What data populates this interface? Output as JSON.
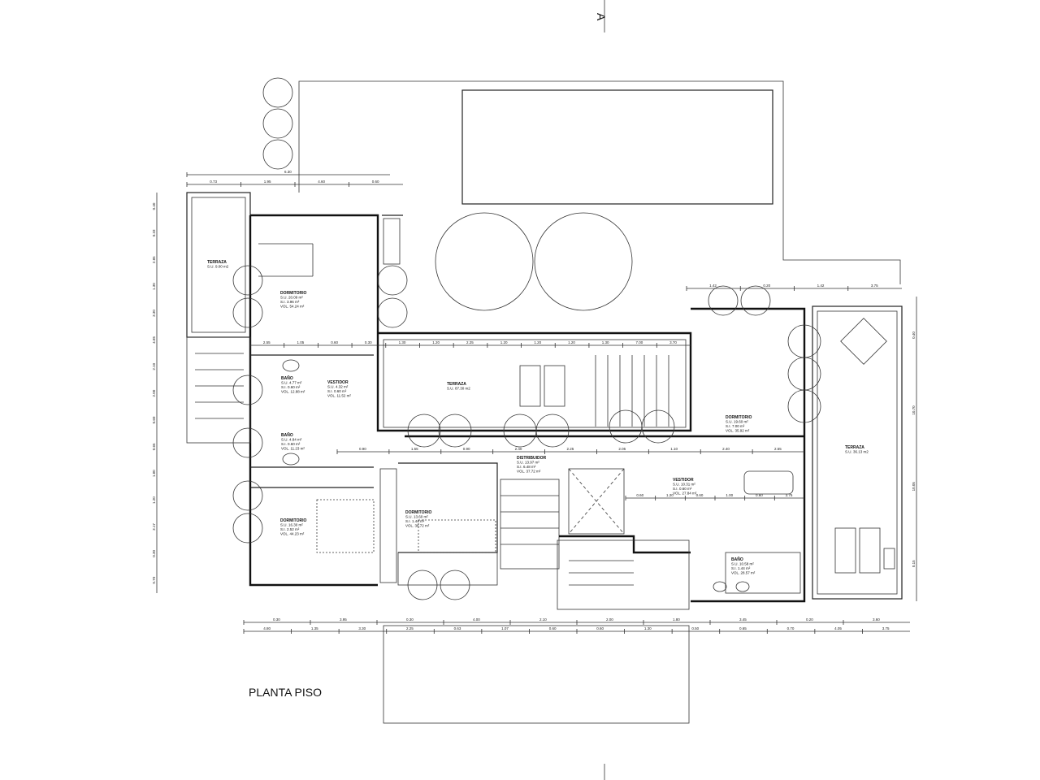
{
  "section_marker": "A",
  "plan_title": "PLANTA PISO",
  "rooms": [
    {
      "name": "TERRAZA",
      "lines": [
        "S.U.    9.00  m2"
      ]
    },
    {
      "name": "DORMITORIO",
      "lines": [
        "S.U.   20.09  m²",
        "S.I.    3.96  m²",
        "VOL.  54.24  m²"
      ]
    },
    {
      "name": "BAÑO",
      "lines": [
        "S.U.    4.77  m²",
        "S.I.    0.60  m²",
        "VOL.  12.88  m²"
      ]
    },
    {
      "name": "VESTIDOR",
      "lines": [
        "S.U.    4.32  m²",
        "S.I.    0.60  m²",
        "VOL.  11.52  m²"
      ]
    },
    {
      "name": "BAÑO",
      "lines": [
        "S.U.    4.84  m²",
        "S.I.    0.60  m²",
        "VOL.  11.23  m²"
      ]
    },
    {
      "name": "TERRAZA",
      "lines": [
        "S.U.   87.30  m2"
      ]
    },
    {
      "name": "DORMITORIO",
      "lines": [
        "S.U.   19.60  m²",
        "S.I.    7.00  m²",
        "VOL.  35.92  m²"
      ]
    },
    {
      "name": "TERRAZA",
      "lines": [
        "S.U.   36.13  m2"
      ]
    },
    {
      "name": "DISTRIBUIDOR",
      "lines": [
        "S.U.   13.97  m²",
        "S.I.    6.48  m²",
        "VOL.  37.72  m²"
      ]
    },
    {
      "name": "VESTIDOR",
      "lines": [
        "S.U.   10.31  m²",
        "S.I.    0.60  m²",
        "VOL.  27.84  m²"
      ]
    },
    {
      "name": "DORMITORIO",
      "lines": [
        "S.U.   16.30  m²",
        "S.I.    2.52  m²",
        "VOL.  44.23  m²"
      ]
    },
    {
      "name": "DORMITORIO",
      "lines": [
        "S.U.   13.60  m²",
        "S.I.    1.44  m²",
        "VOL.  36.72  m²"
      ]
    },
    {
      "name": "BAÑO",
      "lines": [
        "S.U.   10.58  m²",
        "S.I.    1.44  m²",
        "VOL.  28.57  m²"
      ]
    }
  ],
  "dimensions": {
    "top_overall": [
      "6.30"
    ],
    "top": [
      "0.73",
      "1.95",
      "4.60",
      "0.60"
    ],
    "right_top": [
      "1.42",
      "0.20",
      "1.42",
      "3.75"
    ],
    "terrace_row": [
      "2.55",
      "1.05",
      "0.60",
      "0.30",
      "1.30",
      "1.20",
      "2.25",
      "1.20",
      "1.20",
      "1.20",
      "1.30",
      "7.00",
      "3.70"
    ],
    "corridor_row": [
      "0.90",
      "1.55",
      "0.90",
      "2.40",
      "2.25",
      "2.05",
      "1.10",
      "2.40",
      "2.55"
    ],
    "vestidor_row": [
      "0.60",
      "1.20",
      "0.60",
      "1.00",
      "0.60",
      "3.75"
    ],
    "bottom_1": [
      "0.30",
      "3.95",
      "0.30",
      "4.00",
      "2.10",
      "2.00",
      "1.80",
      "3.45",
      "0.20",
      "3.60"
    ],
    "bottom_2": [
      "4.80",
      "1.35",
      "3.30",
      "2.25",
      "0.63",
      "1.07",
      "0.60",
      "0.60",
      "1.30",
      "0.50",
      "0.65",
      "0.70",
      "4.05",
      "3.75"
    ],
    "left": [
      "0.40",
      "0.33",
      "2.85",
      "1.30",
      "3.30",
      "4.85",
      "2.10",
      "2.00",
      "0.60",
      "0.65",
      "1.80",
      "1.20",
      "3.17",
      "0.30",
      "9.70"
    ],
    "right": [
      "0.40",
      "10.70",
      "10.05",
      "0.15"
    ]
  }
}
